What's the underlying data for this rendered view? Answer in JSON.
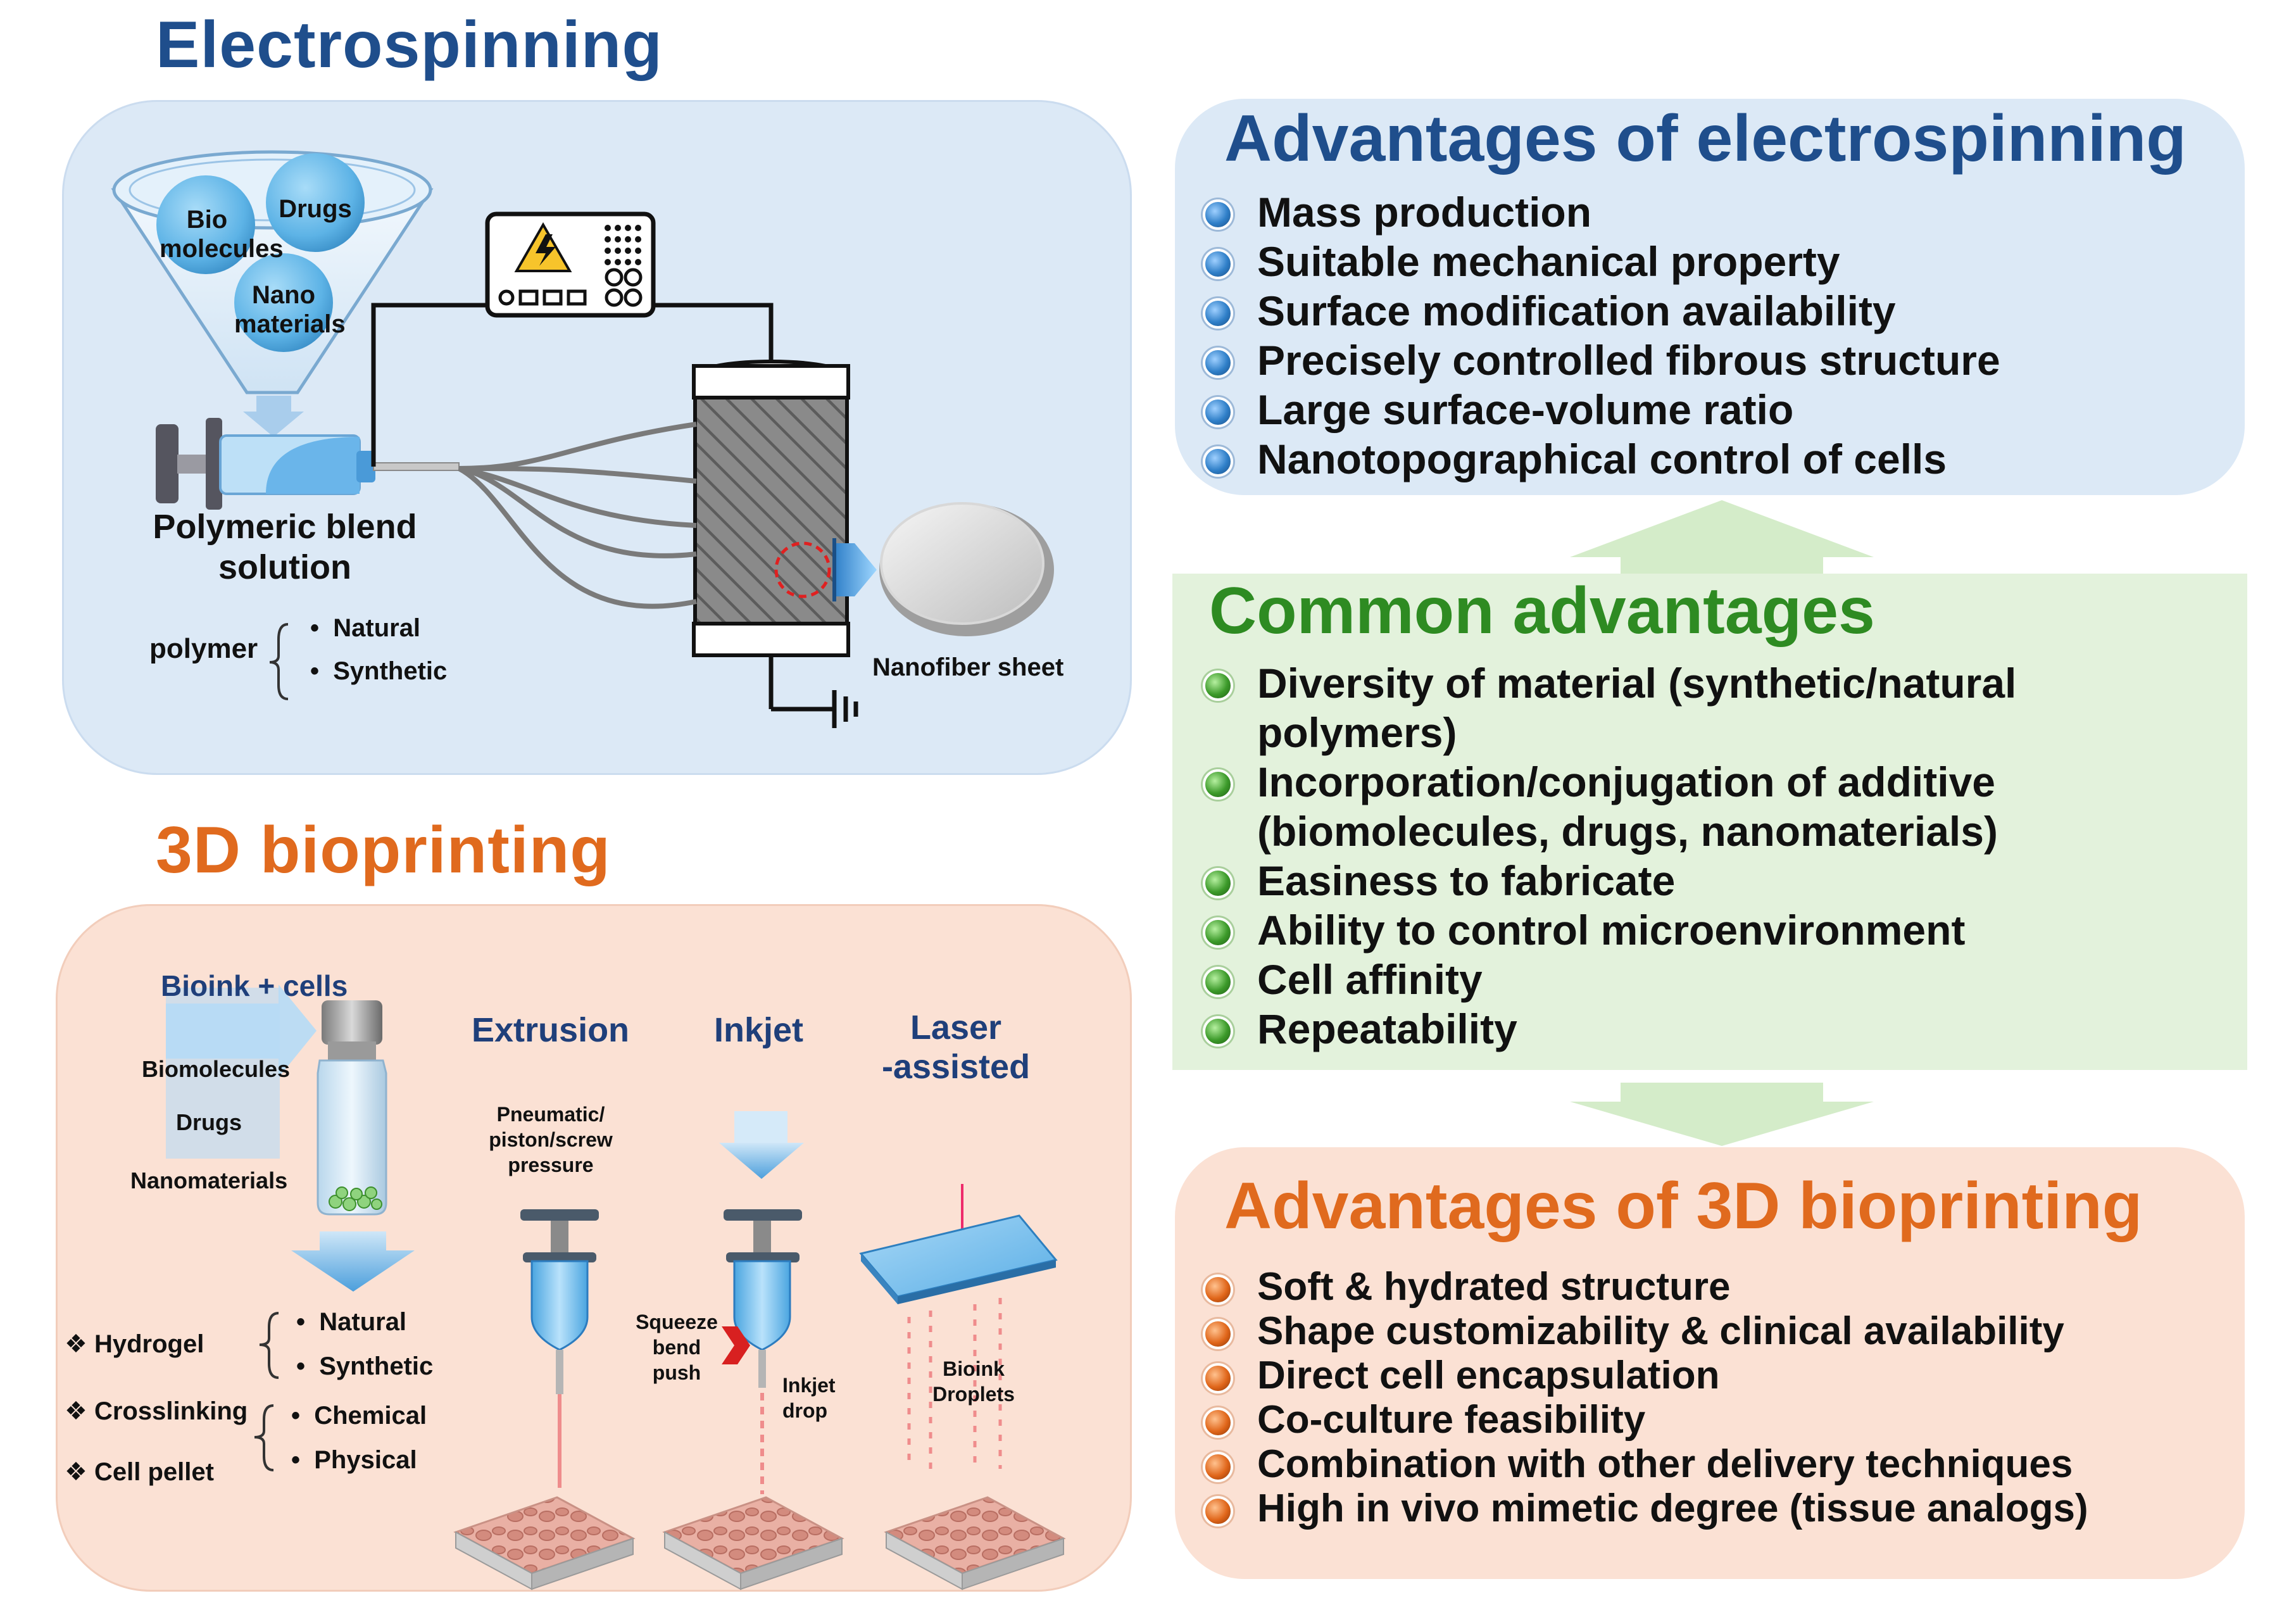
{
  "electrospinning": {
    "title": "Electrospinning",
    "ingredients": {
      "bio_line1": "Bio",
      "bio_line2": "molecules",
      "drugs": "Drugs",
      "nano_line1": "Nano",
      "nano_line2": "materials"
    },
    "solution_line1": "Polymeric blend",
    "solution_line2": "solution",
    "polymer_label": "polymer",
    "polymer_types": [
      "Natural",
      "Synthetic"
    ],
    "product_label": "Nanofiber sheet"
  },
  "bioprinting": {
    "title": "3D bioprinting",
    "bioink_label": "Bioink + cells",
    "additives": [
      "Biomolecules",
      "Drugs",
      "Nanomaterials"
    ],
    "methods": {
      "extrusion": "Extrusion",
      "inkjet": "Inkjet",
      "laser_line1": "Laser",
      "laser_line2": "-assisted"
    },
    "extrusion_note": [
      "Pneumatic/",
      "piston/screw",
      "pressure"
    ],
    "inkjet_note_left": [
      "Squeeze",
      "bend",
      "push"
    ],
    "inkjet_note_right": [
      "Inkjet",
      "drop"
    ],
    "laser_note": [
      "Bioink",
      "Droplets"
    ],
    "hydrogel": "❖ Hydrogel",
    "crosslinking": "❖ Crosslinking",
    "cell_pellet": "❖ Cell pellet",
    "hydrogel_types": [
      "Natural",
      "Synthetic"
    ],
    "crosslinking_types": [
      "Chemical",
      "Physical"
    ]
  },
  "advantages_es": {
    "title": "Advantages of electrospinning",
    "items": [
      "Mass production",
      "Suitable mechanical property",
      "Surface modification availability",
      "Precisely controlled fibrous structure",
      "Large surface-volume ratio",
      "Nanotopographical control of cells"
    ]
  },
  "common": {
    "title": "Common advantages",
    "items": [
      [
        "Diversity of material (synthetic/natural",
        "polymers)"
      ],
      [
        "Incorporation/conjugation of additive",
        "(biomolecules, drugs, nanomaterials)"
      ],
      [
        "Easiness to fabricate"
      ],
      [
        "Ability to control microenvironment"
      ],
      [
        "Cell affinity"
      ],
      [
        "Repeatability"
      ]
    ]
  },
  "advantages_bp": {
    "title": "Advantages of 3D bioprinting",
    "items": [
      "Soft & hydrated structure",
      "Shape customizability & clinical availability",
      "Direct cell encapsulation",
      "Co-culture feasibility",
      "Combination with other delivery techniques",
      "High in vivo mimetic degree (tissue analogs)"
    ]
  },
  "colors": {
    "es_blue": "#1f4e8c",
    "common_green": "#2e8b22",
    "bp_orange": "#e06a1e",
    "es_panel": "#dce9f6",
    "common_panel": "#e3f2dc",
    "bp_panel": "#fbe1d4"
  }
}
